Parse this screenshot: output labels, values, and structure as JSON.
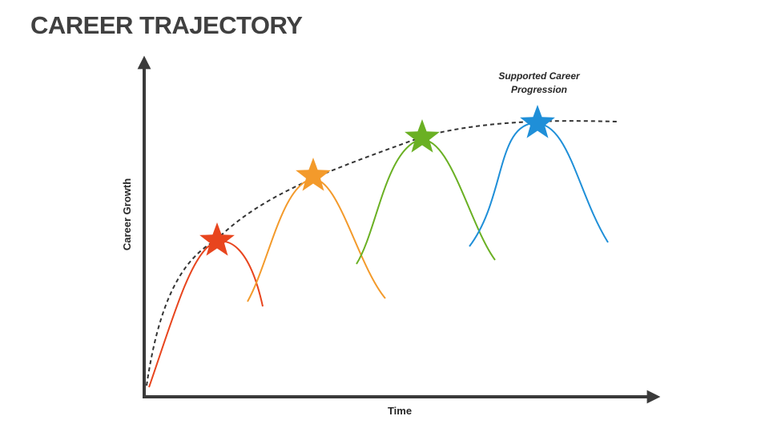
{
  "title": "CAREER TRAJECTORY",
  "axes": {
    "x_label": "Time",
    "y_label": "Career Growth"
  },
  "annotation": {
    "line1": "Supported Career",
    "line2": "Progression"
  },
  "colors": {
    "title": "#404040",
    "axis": "#3a3a3a",
    "trend": "#333333",
    "stage1": "#e8451e",
    "stage2": "#f39a2b",
    "stage3": "#6ab023",
    "stage4": "#1f8fd8"
  },
  "stars": [
    {
      "name": "star-1",
      "color": "#e8451e"
    },
    {
      "name": "star-2",
      "color": "#f39a2b"
    },
    {
      "name": "star-3",
      "color": "#6ab023"
    },
    {
      "name": "star-4",
      "color": "#1f8fd8"
    }
  ]
}
